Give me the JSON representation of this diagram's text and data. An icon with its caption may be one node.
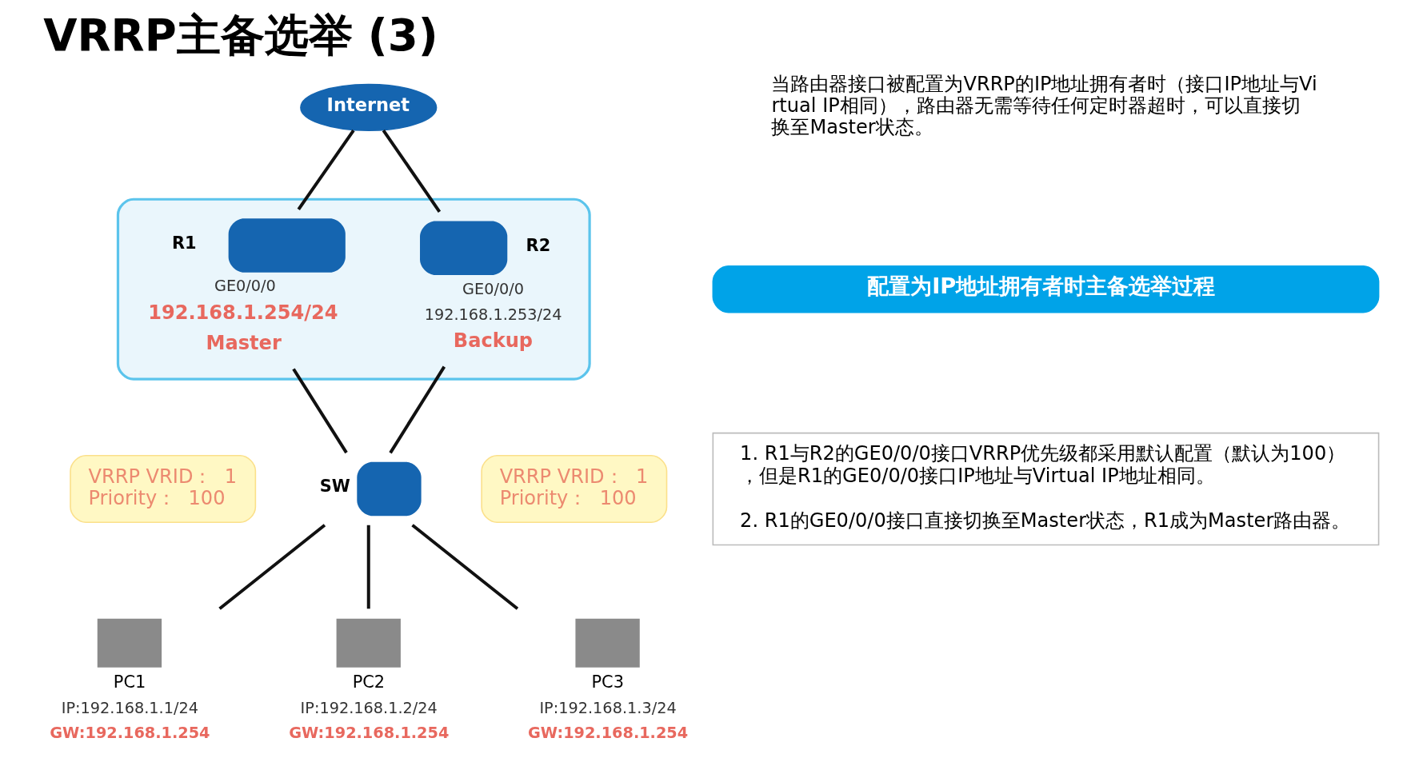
{
  "diagram": {
    "title": "VRRP主备选举 (3)",
    "nodes": [
      {
        "text": [
          "Internet"
        ]
      },
      {
        "text": [],
        "shape": "ellipse"
      },
      {
        "text": [
          "R1"
        ],
        "in": 1,
        "beside": [
          "GE0/0/0",
          "192.168.1.254/24",
          "Master"
        ]
      },
      {
        "text": [
          "R2"
        ],
        "in": 1,
        "beside": [
          "GE0/0/0",
          "192.168.1.253/24",
          "Backup"
        ]
      },
      {
        "text": [
          "VRRP VRID：  1",
          "Priority：  100"
        ]
      },
      {
        "text": [
          "SW"
        ]
      },
      {
        "text": [
          "VRRP VRID：  1",
          "Priority：  100"
        ]
      },
      {
        "text": [
          "PC1"
        ],
        "beside": [
          "IP:192.168.1.1/24",
          "GW:192.168.1.254"
        ]
      },
      {
        "text": [
          "PC2"
        ],
        "beside": [
          "IP:192.168.1.2/24",
          "GW:192.168.1.254"
        ]
      },
      {
        "text": [
          "PC3"
        ],
        "beside": [
          "IP:192.168.1.3/24",
          "GW:192.168.1.254"
        ]
      },
      {
        "text": [
          "配置为IP地址拥有者时主备选举过程"
        ]
      },
      {
        "text": [
          "1. R1与R2的GE0/0/0接口VRRP优先级都采用默认配置（默认为100），但是R1的GE0/0/0接口IP地址与Virtual IP地址相同。",
          "2. R1的GE0/0/0接口直接切换至Master状态，R1成为Master路由器。"
        ]
      }
    ],
    "edges": [
      {
        "from": 0,
        "to": 2,
        "arrow": "none"
      },
      {
        "from": 0,
        "to": 3,
        "arrow": "none"
      },
      {
        "from": 2,
        "to": 5,
        "arrow": "none"
      },
      {
        "from": 3,
        "to": 5,
        "arrow": "none"
      },
      {
        "from": 5,
        "to": 7,
        "arrow": "none"
      },
      {
        "from": 5,
        "to": 8,
        "arrow": "none"
      },
      {
        "from": 5,
        "to": 9,
        "arrow": "none"
      }
    ],
    "labels": [
      "当路由器接口被配置为VRRP的IP地址拥有者时（接口IP地址与Virtual IP相同），路由器无需等待任何定时器超时，可以直接切换至Master状态。"
    ]
  }
}
